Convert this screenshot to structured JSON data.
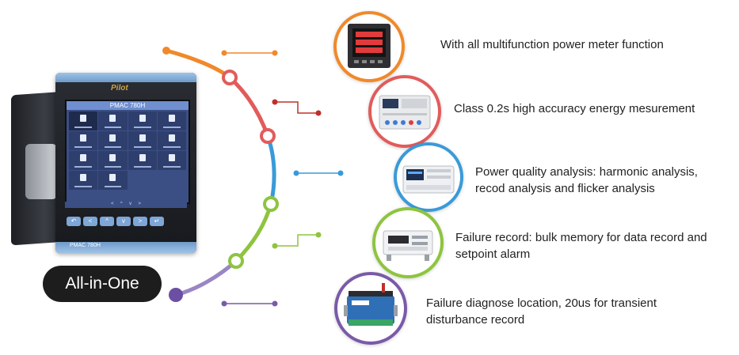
{
  "hero": {
    "pill_label": "All-in-One",
    "meter": {
      "brand": "Pilot",
      "screen_title": "PMAC 780H",
      "model_label": "PMAC 780H",
      "keys": [
        "↶",
        "<",
        "^",
        "v",
        ">",
        "↵"
      ]
    }
  },
  "features": [
    {
      "text": "With all multifunction power meter function",
      "color": "#f0892a",
      "icon": "panel-meter-icon"
    },
    {
      "text": "Class 0.2s high accuracy energy mesurement",
      "color": "#e25b5b",
      "icon": "din-rail-meter-icon"
    },
    {
      "text": "Power quality analysis: harmonic analysis, recod analysis and flicker analysis",
      "color": "#3a9ad9",
      "icon": "analyzer-module-icon"
    },
    {
      "text": "Failure record: bulk memory for data record and setpoint alarm",
      "color": "#8ec43f",
      "icon": "recorder-device-icon"
    },
    {
      "text": "Failure diagnose location, 20us for transient disturbance record",
      "color": "#7a5aa8",
      "icon": "io-module-icon"
    }
  ]
}
